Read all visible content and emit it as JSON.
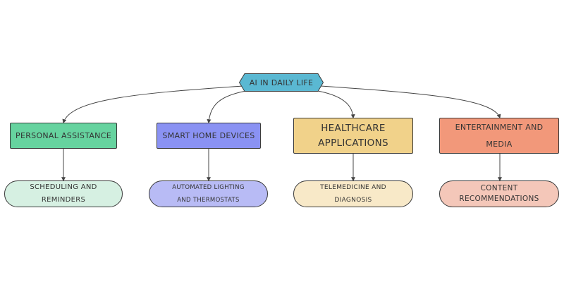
{
  "diagram": {
    "root": {
      "label": "AI IN DAILY LIFE",
      "color": "#5ab8d2"
    },
    "categories": [
      {
        "label_lines": [
          "PERSONAL ASSISTANCE"
        ],
        "color": "#66d39f",
        "child": {
          "label_lines": [
            "SCHEDULING AND",
            "REMINDERS"
          ],
          "color": "#d6f0e2"
        }
      },
      {
        "label_lines": [
          "SMART HOME DEVICES"
        ],
        "color": "#8a92f3",
        "child": {
          "label_lines": [
            "AUTOMATED LIGHTING",
            "AND THERMOSTATS"
          ],
          "color": "#b8bbf5"
        }
      },
      {
        "label_lines": [
          "HEALTHCARE",
          "APPLICATIONS"
        ],
        "color": "#f1d28a",
        "child": {
          "label_lines": [
            "TELEMEDICINE AND",
            "DIAGNOSIS"
          ],
          "color": "#f8e9c8"
        }
      },
      {
        "label_lines": [
          "ENTERTAINMENT AND",
          "MEDIA"
        ],
        "color": "#f2987a",
        "child": {
          "label_lines": [
            "CONTENT",
            "RECOMMENDATIONS"
          ],
          "color": "#f4c7b9"
        }
      }
    ],
    "edge_color": "#444444",
    "border_color": "#3a3a3a"
  }
}
